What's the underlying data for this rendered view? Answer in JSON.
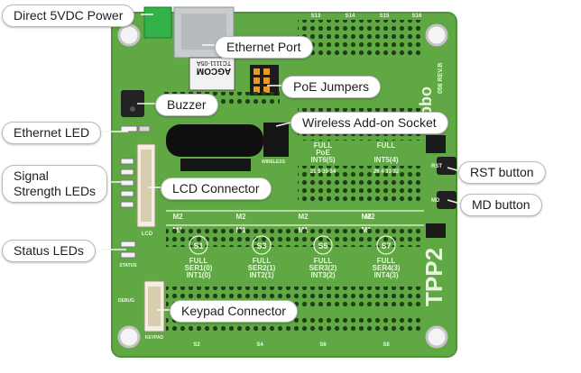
{
  "labels": {
    "power": "Direct 5VDC Power",
    "ethernet_port": "Ethernet Port",
    "poe_jumpers": "PoE Jumpers",
    "buzzer": "Buzzer",
    "ethernet_led": "Ethernet LED",
    "wireless_socket": "Wireless Add-on Socket",
    "signal_leds": "Signal\nStrength LEDs",
    "lcd_connector": "LCD Connector",
    "rst_button": "RST button",
    "md_button": "MD button",
    "status_leds": "Status LEDs",
    "keypad_connector": "Keypad Connector"
  },
  "board": {
    "model": "TPP2",
    "brand": "tibbo",
    "revision": "056 REV.B",
    "magjack_part": "AGCOM",
    "magjack_code": "TC1111-05A",
    "silk_wireless": "WIRELESS",
    "silk_lcd": "LCD",
    "silk_status": "STATUS",
    "silk_keypad": "KEYPAD",
    "silk_debug": "DEBUG",
    "silk_rst": "RST",
    "silk_md": "MD",
    "top_slot_labels": [
      "S13",
      "S14",
      "S15",
      "S16"
    ],
    "bottom_slot_labels": [
      "S2",
      "S4",
      "S6",
      "S8"
    ],
    "m_labels": [
      "M2",
      "M1",
      "M2",
      "M1",
      "M2",
      "M1",
      "M2",
      "M1",
      "M2"
    ],
    "upper_slots": [
      {
        "line1": "FULL",
        "line2": "PoE",
        "line3": "INT6(5)",
        "pins": "21 5 35 34"
      },
      {
        "line1": "FULL",
        "line2": "",
        "line3": "INT5(4)",
        "pins": "26 4 33 32"
      }
    ],
    "lower_slots": [
      {
        "id": "S1",
        "line1": "FULL",
        "line2": "SER1(0)",
        "line3": "INT1(0)"
      },
      {
        "id": "S3",
        "line1": "FULL",
        "line2": "SER2(1)",
        "line3": "INT2(1)"
      },
      {
        "id": "S5",
        "line1": "FULL",
        "line2": "SER3(2)",
        "line3": "INT3(2)"
      },
      {
        "id": "S7",
        "line1": "FULL",
        "line2": "SER4(3)",
        "line3": "INT4(3)"
      }
    ]
  },
  "colors": {
    "pcb": "#5fa844",
    "pcb_edge": "#4e9238",
    "callout_border": "#b9b9b9"
  }
}
